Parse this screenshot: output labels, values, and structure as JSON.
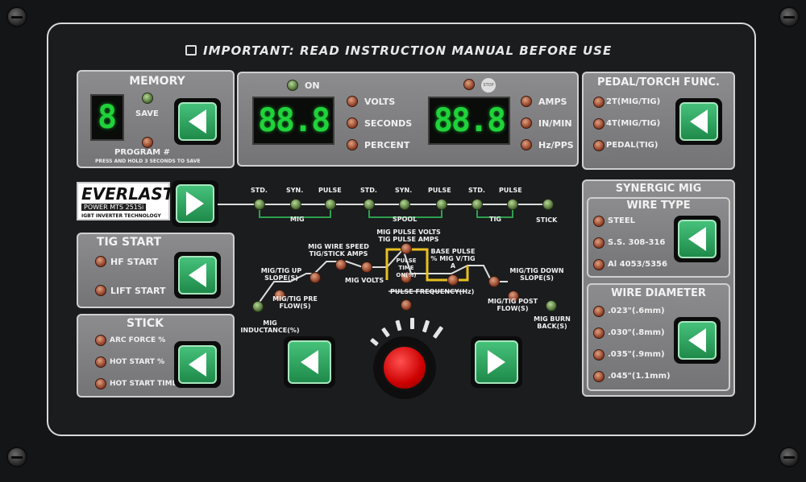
{
  "header": {
    "title": "IMPORTANT: READ INSTRUCTION MANUAL BEFORE USE"
  },
  "memory": {
    "title": "MEMORY",
    "display": "8",
    "save": "SAVE",
    "program": "PROGRAM #",
    "hint": "PRESS AND HOLD 3 SECONDS TO SAVE"
  },
  "displays": {
    "on": "ON",
    "left_value": "88.8",
    "right_value": "88.8",
    "left_units": [
      "VOLTS",
      "SECONDS",
      "PERCENT"
    ],
    "right_units": [
      "AMPS",
      "IN/MIN",
      "Hz/PPS"
    ],
    "stop_icon": "stop-icon"
  },
  "pedal": {
    "title": "PEDAL/TORCH FUNC.",
    "items": [
      "2T(MIG/TIG)",
      "4T(MIG/TIG)",
      "PEDAL(TIG)"
    ]
  },
  "logo": {
    "brand": "EVERLAST",
    "model": "POWER MTS 251Si",
    "tagline": "IGBT INVERTER TECHNOLOGY"
  },
  "modes": {
    "labels": [
      "STD.",
      "SYN.",
      "PULSE",
      "STD.",
      "SYN.",
      "PULSE",
      "STD.",
      "PULSE"
    ],
    "groups": [
      "MIG",
      "SPOOL",
      "TIG"
    ],
    "stick": "STICK"
  },
  "synergic": {
    "title": "SYNERGIC MIG",
    "wire_type": {
      "title": "WIRE TYPE",
      "items": [
        "STEEL",
        "S.S. 308-316",
        "Al 4053/5356"
      ]
    },
    "wire_diameter": {
      "title": "WIRE DIAMETER",
      "items": [
        ".023\"(.6mm)",
        ".030\"(.8mm)",
        ".035\"(.9mm)",
        ".045\"(1.1mm)"
      ]
    }
  },
  "tig_start": {
    "title": "TIG START",
    "items": [
      "HF START",
      "LIFT START"
    ]
  },
  "stick": {
    "title": "STICK",
    "items": [
      "ARC FORCE %",
      "HOT START %",
      "HOT START TIME"
    ]
  },
  "params": {
    "mig_inductance": "MIG INDUCTANCE(%)",
    "pre_flow": "MIG/TIG PRE FLOW(S)",
    "up_slope": "MIG/TIG UP SLOPE(S)",
    "wire_speed": "MIG WIRE SPEED TIG/STICK AMPS",
    "mig_volts": "MIG VOLTS",
    "pulse_volts": "MIG PULSE VOLTS TIG PULSE AMPS",
    "pulse_time": "PULSE TIME ON(%)",
    "base_pulse": "BASE PULSE % MIG V/TIG A",
    "pulse_freq": "PULSE FREQUENCY(Hz)",
    "down_slope": "MIG/TIG DOWN SLOPE(S)",
    "post_flow": "MIG/TIG POST FLOW(S)",
    "burn_back": "MIG BURN BACK(S)"
  },
  "colors": {
    "green_button": "#2fa862",
    "display": "#1fd33a",
    "knob": "#cc1111",
    "panel": "#808082"
  }
}
